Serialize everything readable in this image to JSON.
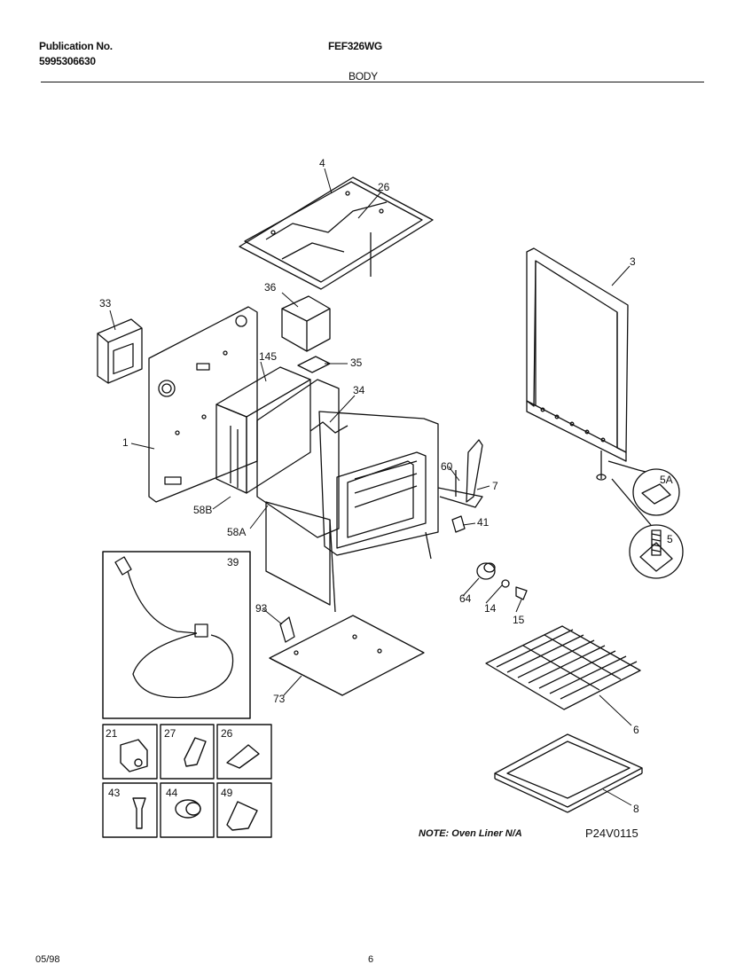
{
  "header": {
    "publication_label": "Publication No.",
    "publication_number": "5995306630",
    "model": "FEF326WG",
    "section": "BODY"
  },
  "callouts": {
    "c4": "4",
    "c26a": "26",
    "c3": "3",
    "c36": "36",
    "c33": "33",
    "c145": "145",
    "c35": "35",
    "c34": "34",
    "c1": "1",
    "c60": "60",
    "c7": "7",
    "c5A": "5A",
    "c58B": "58B",
    "c58A": "58A",
    "c41": "41",
    "c5": "5",
    "c39": "39",
    "c64": "64",
    "c14": "14",
    "c15": "15",
    "c93": "93",
    "c73": "73",
    "c6": "6",
    "c8": "8",
    "box21": "21",
    "box27": "27",
    "box26": "26",
    "box43": "43",
    "box44": "44",
    "box49": "49"
  },
  "note": "NOTE: Oven Liner N/A",
  "figure_code": "P24V0115",
  "footer": {
    "date": "05/98",
    "page": "6"
  }
}
